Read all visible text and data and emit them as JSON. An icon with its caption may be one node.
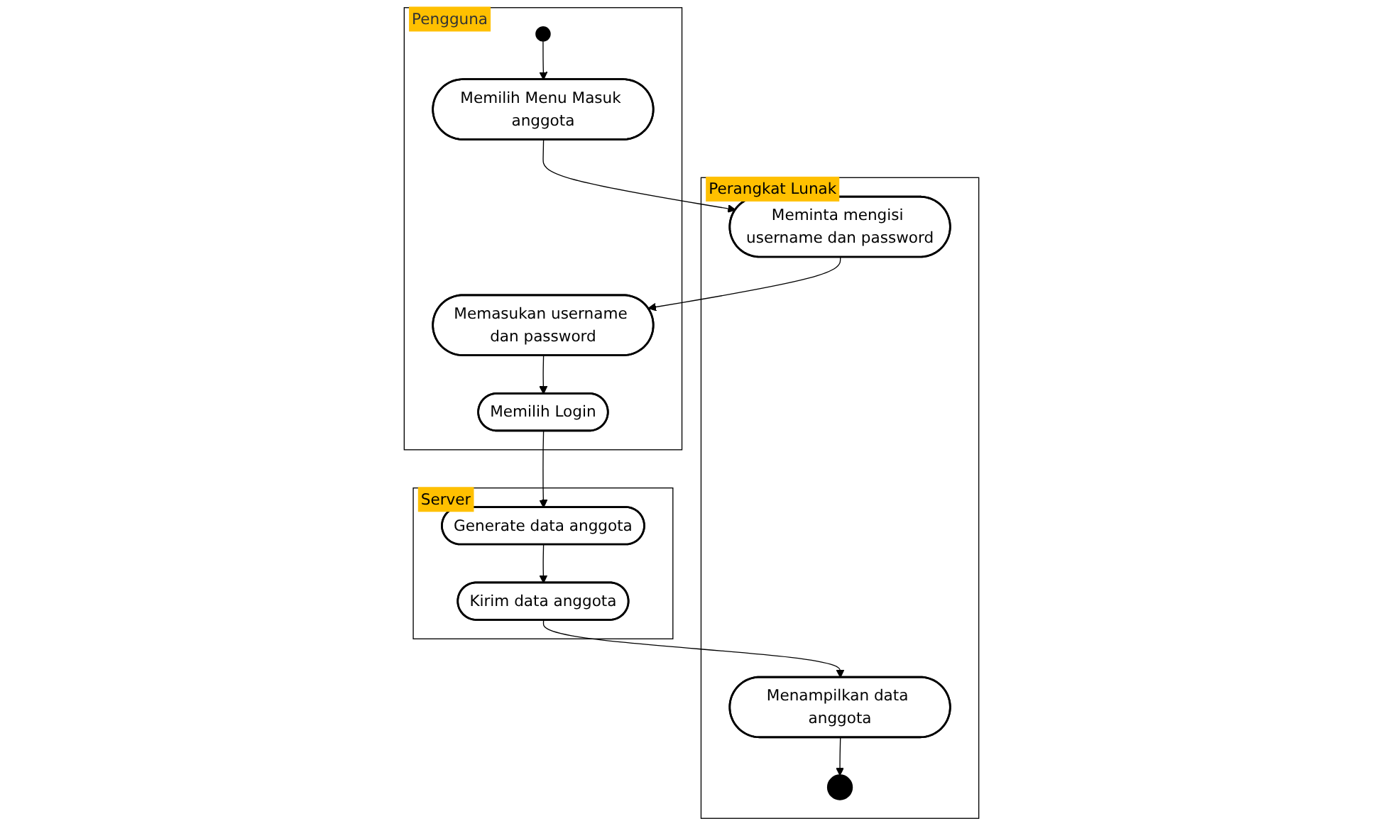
{
  "diagram": {
    "nodes": [
      {
        "text": [
          "Pengguna"
        ]
      },
      {
        "text": [
          "Perangkat Lunak"
        ]
      },
      {
        "text": [
          "Server"
        ]
      },
      {
        "text": [],
        "shape": "circle",
        "in": 0
      },
      {
        "text": [
          "Memilih Menu Masuk anggota"
        ],
        "in": 0
      },
      {
        "text": [
          "Meminta mengisi username dan password"
        ],
        "in": 1
      },
      {
        "text": [
          "Memasukan username dan password"
        ],
        "in": 0
      },
      {
        "text": [
          "Memilih Login"
        ],
        "in": 0
      },
      {
        "text": [
          "Generate data anggota"
        ],
        "in": 2
      },
      {
        "text": [
          "Kirim data anggota"
        ],
        "in": 2
      },
      {
        "text": [
          "Menampilkan data anggota"
        ],
        "in": 1
      },
      {
        "text": [],
        "shape": "circle",
        "in": 1
      }
    ],
    "edges": [
      {
        "from": 3,
        "to": 4,
        "arrow": "to"
      },
      {
        "from": 4,
        "to": 5,
        "arrow": "to"
      },
      {
        "from": 5,
        "to": 6,
        "arrow": "to"
      },
      {
        "from": 6,
        "to": 7,
        "arrow": "to"
      },
      {
        "from": 7,
        "to": 8,
        "arrow": "to"
      },
      {
        "from": 8,
        "to": 9,
        "arrow": "to"
      },
      {
        "from": 9,
        "to": 10,
        "arrow": "to"
      },
      {
        "from": 10,
        "to": 11,
        "arrow": "to"
      }
    ]
  }
}
